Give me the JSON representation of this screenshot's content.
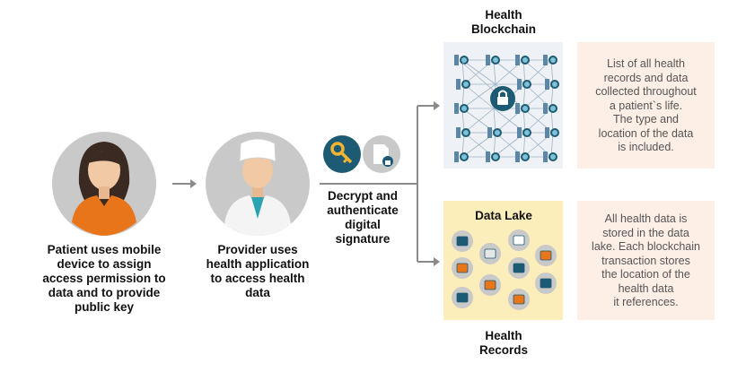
{
  "patient": {
    "caption": "Patient uses mobile\ndevice to assign\naccess permission to\ndata and to provide\npublic key"
  },
  "provider": {
    "caption": "Provider uses\nhealth application\nto access health\ndata"
  },
  "decrypt": {
    "caption": "Decrypt and\nauthenticate\ndigital\nsignature"
  },
  "blockchain": {
    "title": "Health\nBlockchain",
    "note": "List of all health\nrecords and data\ncollected throughout\na patient`s life.\nThe type and\nlocation of the data\nis included."
  },
  "datalake": {
    "label": "Data Lake",
    "title": "Health\nRecords",
    "note": "All health data is\nstored in the data\nlake. Each blockchain\ntransaction stores\nthe location of the\nhealth data\nit references.",
    "icons": [
      "code-icon",
      "browser-icon",
      "sql-icon",
      "database-icon",
      "document-icon",
      "network-globe-icon",
      "user-icon",
      "tablet-icon",
      "chart-monitor-icon",
      "email-icon"
    ]
  },
  "colors": {
    "accent": "#1d5a73",
    "key": "#f2b531",
    "circle": "#c9c9c9",
    "noteBg": "#fdeee6",
    "lakeBg": "#fbeebb"
  }
}
